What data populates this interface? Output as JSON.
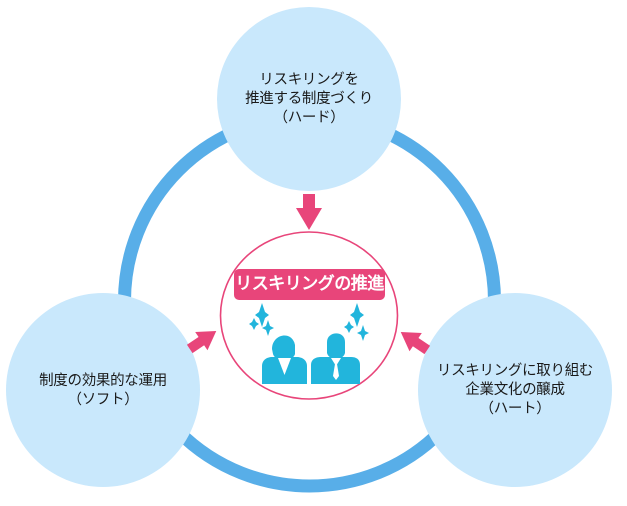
{
  "colors": {
    "ring": "#58AEE8",
    "node_fill": "#C9E8FC",
    "accent_pink": "#E8457A",
    "people_icon": "#22B5DC",
    "text": "#1a1a1a"
  },
  "center": {
    "label": "リスキリングの推進",
    "icons": [
      "sparkle-icon",
      "businesswoman-icon",
      "businessman-icon",
      "sparkle-icon"
    ]
  },
  "nodes": {
    "top": {
      "lines": [
        "リスキリングを",
        "推進する制度づくり",
        "（ハード）"
      ]
    },
    "left": {
      "lines": [
        "制度の効果的な運用",
        "（ソフト）"
      ]
    },
    "right": {
      "lines": [
        "リスキリングに取り組む",
        "企業文化の醸成",
        "（ハート）"
      ]
    }
  }
}
